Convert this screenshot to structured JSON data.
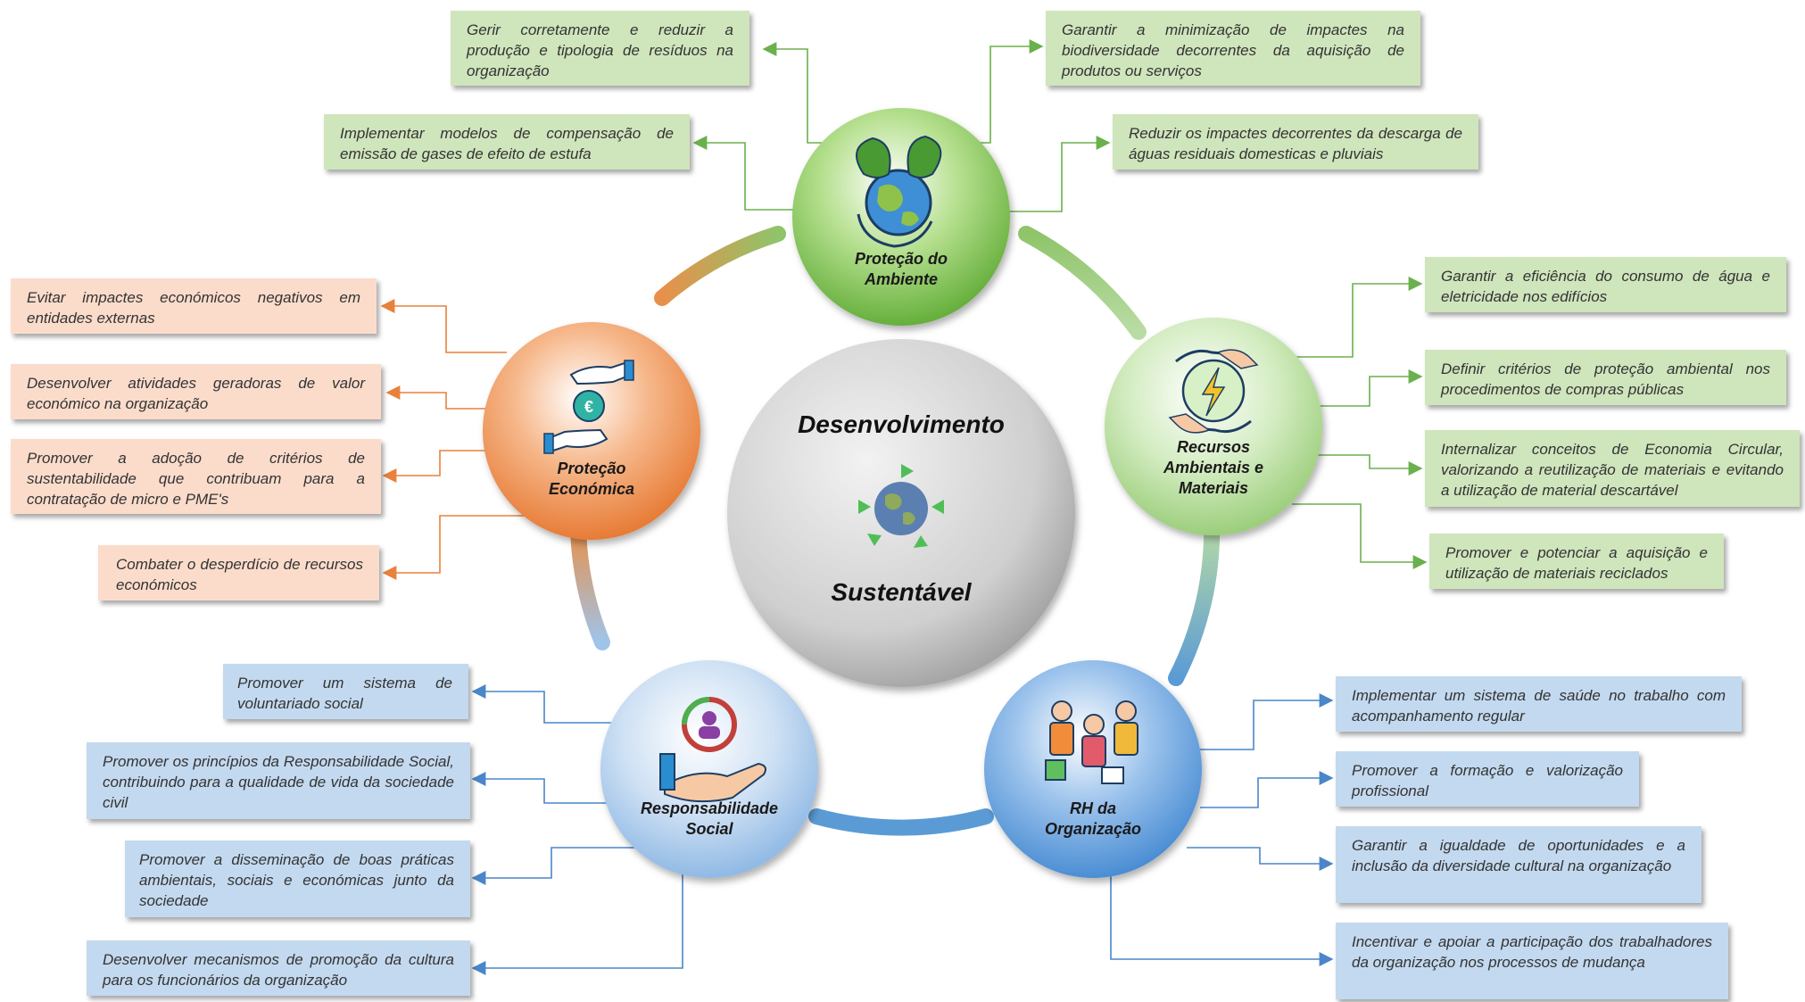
{
  "center": {
    "line1": "Desenvolvimento",
    "line2": "Sustentável",
    "icon": "recycling-globe-icon"
  },
  "pillars": {
    "ambiente": {
      "label_l1": "Proteção do",
      "label_l2": "Ambiente",
      "icon": "leaf-globe-icon",
      "color": "#7cc24e",
      "items": [
        "Gerir corretamente e reduzir a produção e tipologia de resíduos na organização",
        "Implementar modelos de compensação de emissão de gases de efeito de estufa",
        "Garantir a minimização de impactes na biodiversidade decorrentes da aquisição de produtos ou serviços",
        "Reduzir os impactes decorrentes da descarga de águas residuais domesticas e pluviais"
      ]
    },
    "economica": {
      "label_l1": "Proteção",
      "label_l2": "Económica",
      "icon": "euro-hands-icon",
      "color": "#ef8a3c",
      "items": [
        "Evitar impactes económicos negativos em entidades externas",
        "Desenvolver atividades geradoras de valor económico na organização",
        "Promover a adoção de critérios de sustentabilidade que contribuam para a contratação de micro e PME's",
        "Combater o desperdício de recursos económicos"
      ]
    },
    "recursos": {
      "label_l1": "Recursos",
      "label_l2": "Ambientais e",
      "label_l3": "Materiais",
      "icon": "energy-hands-icon",
      "color": "#a9d88a",
      "items": [
        "Garantir a eficiência do consumo de água e eletricidade nos edifícios",
        "Definir critérios de proteção ambiental nos procedimentos de compras públicas",
        "Internalizar conceitos de Economia Circular, valorizando a reutilização de materiais e evitando a utilização de material descartável",
        "Promover e potenciar a aquisição e utilização de materiais reciclados"
      ]
    },
    "social": {
      "label_l1": "Responsabilidade",
      "label_l2": "Social",
      "icon": "people-cycle-hand-icon",
      "color": "#a9c8ea",
      "items": [
        "Promover um sistema de voluntariado social",
        "Promover os princípios da Responsabilidade Social, contribuindo para a qualidade de vida da sociedade civil",
        "Promover a disseminação de boas práticas ambientais, sociais e económicas junto da sociedade",
        "Desenvolver mecanismos de promoção da cultura para os funcionários da organização"
      ]
    },
    "rh": {
      "label_l1": "RH da",
      "label_l2": "Organização",
      "icon": "people-group-icon",
      "color": "#5b9bd5",
      "items": [
        "Implementar um sistema de saúde no trabalho com acompanhamento regular",
        "Promover a formação e valorização profissional",
        "Garantir a igualdade de oportunidades e a inclusão da diversidade cultural na organização",
        "Incentivar e apoiar a participação dos trabalhadores da organização nos processos de mudança"
      ]
    }
  }
}
